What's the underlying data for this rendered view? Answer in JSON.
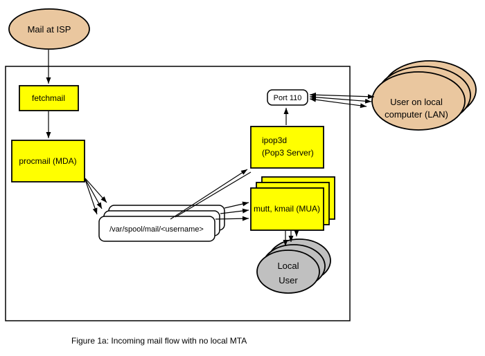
{
  "diagram": {
    "caption": "Figure 1a: Incoming mail flow with no local MTA",
    "nodes": {
      "mail_at_isp": {
        "label": "Mail at ISP"
      },
      "fetchmail": {
        "label": "fetchmail"
      },
      "procmail": {
        "label": "procmail (MDA)"
      },
      "mail_spool": {
        "label": "/var/spool/mail/<username>"
      },
      "ipop3d": {
        "line1": "ipop3d",
        "line2": "(Pop3 Server)"
      },
      "port110": {
        "label": "Port 110"
      },
      "lan_user": {
        "line1": "User on local",
        "line2": "computer (LAN)"
      },
      "mua": {
        "label": "mutt, kmail (MUA)"
      },
      "local_user": {
        "line1": "Local",
        "line2": "User"
      }
    },
    "colors": {
      "process": "#FFFF00",
      "external": "#EAC79F",
      "user": "#C0C0C0",
      "line": "#000000",
      "background": "#FFFFFF"
    }
  }
}
